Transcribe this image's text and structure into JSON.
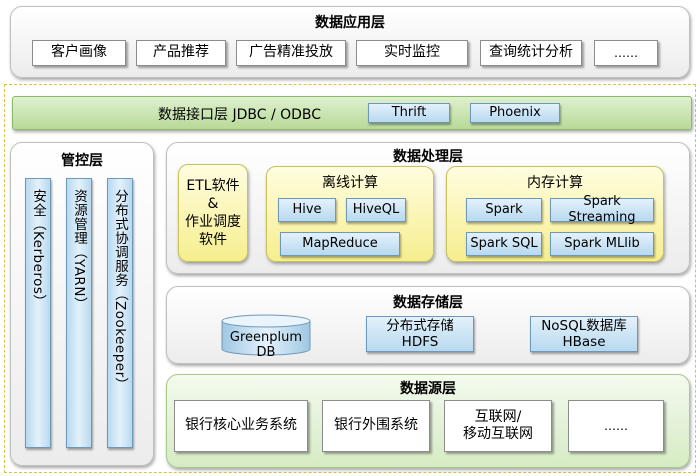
{
  "app_layer": {
    "title": "数据应用层",
    "items": [
      "客户画像",
      "产品推荐",
      "广告精准投放",
      "实时监控",
      "查询统计分析",
      "……"
    ]
  },
  "interface_layer": {
    "label": "数据接口层 JDBC / ODBC",
    "items": [
      "Thrift",
      "Phoenix"
    ]
  },
  "control_layer": {
    "title": "管控层",
    "items": [
      "安全（Kerberos）",
      "资源管理（YARN）",
      "分布式协调服务（Zookeeper）"
    ]
  },
  "processing_layer": {
    "title": "数据处理层",
    "etl": "ETL软件 & 作业调度 软件",
    "offline": {
      "title": "离线计算",
      "items": [
        "Hive",
        "HiveQL",
        "MapReduce"
      ]
    },
    "memory": {
      "title": "内存计算",
      "items": [
        "Spark",
        "Spark Streaming",
        "Spark SQL",
        "Spark MLlib"
      ]
    }
  },
  "storage_layer": {
    "title": "数据存储层",
    "greenplum": "Greenplum DB",
    "hdfs": "分布式存储 HDFS",
    "hbase": "NoSQL数据库 HBase"
  },
  "source_layer": {
    "title": "数据源层",
    "items": [
      "银行核心业务系统",
      "银行外围系统",
      "互联网/ 移动互联网",
      "……"
    ]
  },
  "colors": {
    "blue": "#b7d9ef",
    "green": "#d6ebc4",
    "yellow": "#f6ee8e",
    "dashed": "#e0c040"
  }
}
